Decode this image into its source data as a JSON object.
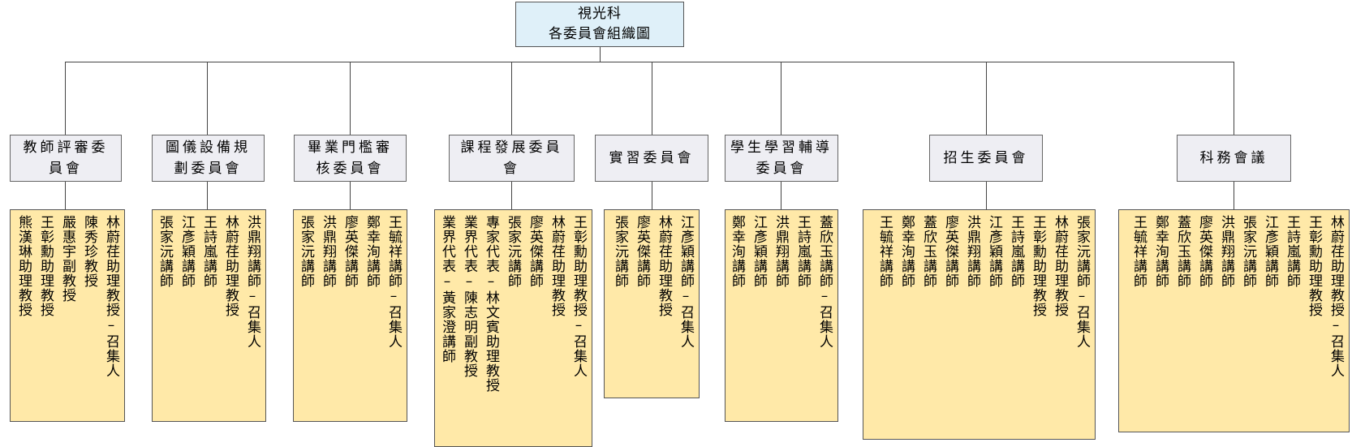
{
  "title": {
    "line1": "視光科",
    "line2": "各委員會組織圖"
  },
  "committees": [
    {
      "name": "教師評審委員會",
      "members": [
        "林蔚荏助理教授–召集人",
        "陳秀珍教授",
        "嚴惠宇副教授",
        "王彰勳助理教授",
        "熊漢琳助理教授"
      ]
    },
    {
      "name": "圖儀設備規劃委員會",
      "members": [
        "洪鼎翔講師–召集人",
        "林蔚荏助理教授",
        "王詩嵐講師",
        "江彥穎講師",
        "張家沅講師"
      ]
    },
    {
      "name": "畢業門檻審核委員會",
      "members": [
        "王毓祥講師–召集人",
        "鄭幸洵講師",
        "廖英傑講師",
        "洪鼎翔講師",
        "張家沅講師"
      ]
    },
    {
      "name": "課程發展委員會",
      "members": [
        "王彰勳助理教授–召集人",
        "林蔚荏助理教授",
        "廖英傑講師",
        "張家沅講師",
        "專家代表–林文賓助理教授",
        "業界代表–陳志明副教授",
        "業界代表–黃家澄講師"
      ]
    },
    {
      "name": "實習委員會",
      "members": [
        "江彥穎講師–召集人",
        "林蔚荏助理教授",
        "廖英傑講師",
        "張家沅講師"
      ]
    },
    {
      "name": "學生學習輔導委員會",
      "members": [
        "蓋欣玉講師–召集人",
        "王詩嵐講師",
        "洪鼎翔講師",
        "江彥穎講師",
        "鄭幸洵講師"
      ]
    },
    {
      "name": "招生委員會",
      "members": [
        "張家沅講師–召集人",
        "林蔚荏助理教授",
        "王彰勳助理教授",
        "王詩嵐講師",
        "江彥穎講師",
        "洪鼎翔講師",
        "廖英傑講師",
        "蓋欣玉講師",
        "鄭幸洵講師",
        "王毓祥講師"
      ]
    },
    {
      "name": "科務會議",
      "members": [
        "林蔚荏助理教授–召集人",
        "王彰勳助理教授",
        "王詩嵐講師",
        "江彥穎講師",
        "張家沅講師",
        "洪鼎翔講師",
        "廖英傑講師",
        "蓋欣玉講師",
        "鄭幸洵講師",
        "王毓祥講師"
      ]
    }
  ],
  "colors": {
    "root_fill": "#dff0f9",
    "committee_fill": "#eeeef3",
    "member_fill": "#ffe9a8",
    "line": "#444444"
  }
}
